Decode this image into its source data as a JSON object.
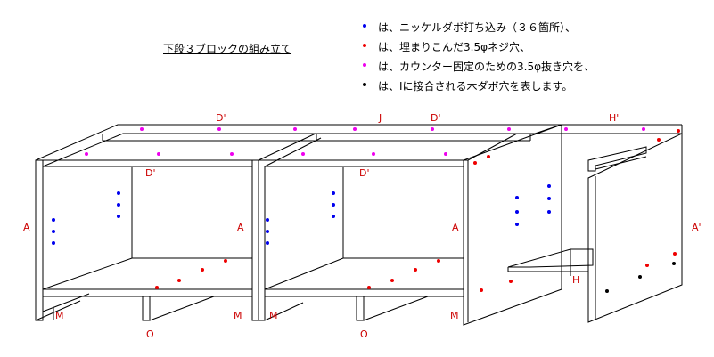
{
  "title": "下段３ブロックの組み立て",
  "legend": [
    {
      "color": "#0000ee",
      "text": "は、ニッケルダボ打ち込み（３６箇所）、"
    },
    {
      "color": "#ee0000",
      "text": "は、埋まりこんだ3.5φネジ穴、"
    },
    {
      "color": "#ee00ee",
      "text": "は、カウンター固定のための3.5φ抜き穴を、"
    },
    {
      "color": "#000000",
      "text": "は、Iに接合される木ダボ穴を表します。"
    }
  ],
  "labels": {
    "d_prime": "D'",
    "j": "J",
    "h_prime": "H'",
    "a": "A",
    "a_prime": "A'",
    "h": "H",
    "m": "M",
    "o": "O"
  },
  "colors": {
    "nickel_dowel": "#0000ee",
    "screw_hole": "#ee0000",
    "counter_hole": "#ee00ee",
    "wood_dowel": "#000000",
    "part_label": "#cc0000",
    "line": "#000000"
  }
}
